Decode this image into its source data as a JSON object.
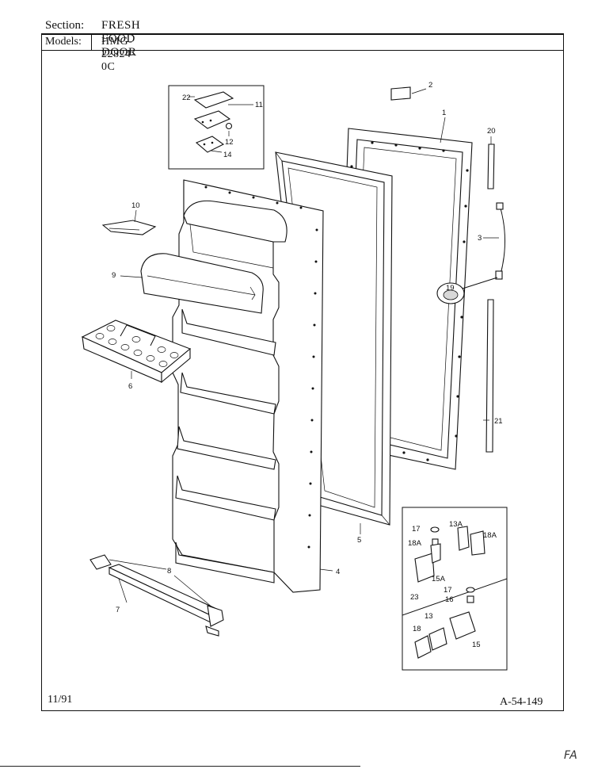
{
  "header": {
    "section_label": "Section:",
    "section_value": "FRESH FOOD DOOR",
    "models_label": "Models:",
    "models_value": "HMG-22824-0C"
  },
  "footer": {
    "date": "11/91",
    "page_code": "A-54-149"
  },
  "corner_mark": "FA",
  "callouts": {
    "c1": "1",
    "c2": "2",
    "c3": "3",
    "c4": "4",
    "c5": "5",
    "c6": "6",
    "c7": "7",
    "c8": "8",
    "c9": "9",
    "c10": "10",
    "c11": "11",
    "c12": "12",
    "c13": "13",
    "c13a": "13A",
    "c14": "14",
    "c15": "15",
    "c15a": "15A",
    "c16": "16",
    "c17a": "17",
    "c17b": "17",
    "c18": "18",
    "c18a": "18A",
    "c18a2": "18A",
    "c19": "19",
    "c20": "20",
    "c21": "21",
    "c22": "22",
    "c23": "23"
  }
}
